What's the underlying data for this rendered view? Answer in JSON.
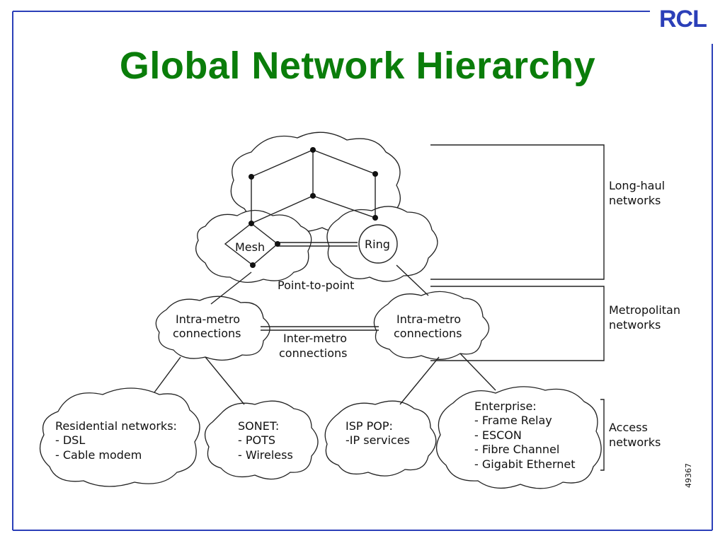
{
  "slide": {
    "title": "Global Network Hierarchy",
    "logo": "RCL"
  },
  "diagram": {
    "core_labels": {
      "mesh": "Mesh",
      "ring": "Ring",
      "point_to_point": "Point-to-point",
      "intra_metro_left": [
        "Intra-metro",
        "connections"
      ],
      "intra_metro_right": [
        "Intra-metro",
        "connections"
      ],
      "inter_metro": [
        "Inter-metro",
        "connections"
      ]
    },
    "access_clouds": {
      "residential": [
        "Residential networks:",
        "- DSL",
        "- Cable modem"
      ],
      "sonet": [
        "SONET:",
        "- POTS",
        "- Wireless"
      ],
      "isp": [
        "ISP POP:",
        "-IP services"
      ],
      "enterprise": [
        "Enterprise:",
        "- Frame Relay",
        "- ESCON",
        "- Fibre Channel",
        "- Gigabit Ethernet"
      ]
    },
    "tiers": {
      "long_haul": [
        "Long-haul",
        "networks"
      ],
      "metropolitan": [
        "Metropolitan",
        "networks"
      ],
      "access": [
        "Access",
        "networks"
      ]
    },
    "figure_id": "49367"
  },
  "colors": {
    "title": "#0a7d0a",
    "logo": "#2b3fb8",
    "frame": "#2b3fb8"
  }
}
